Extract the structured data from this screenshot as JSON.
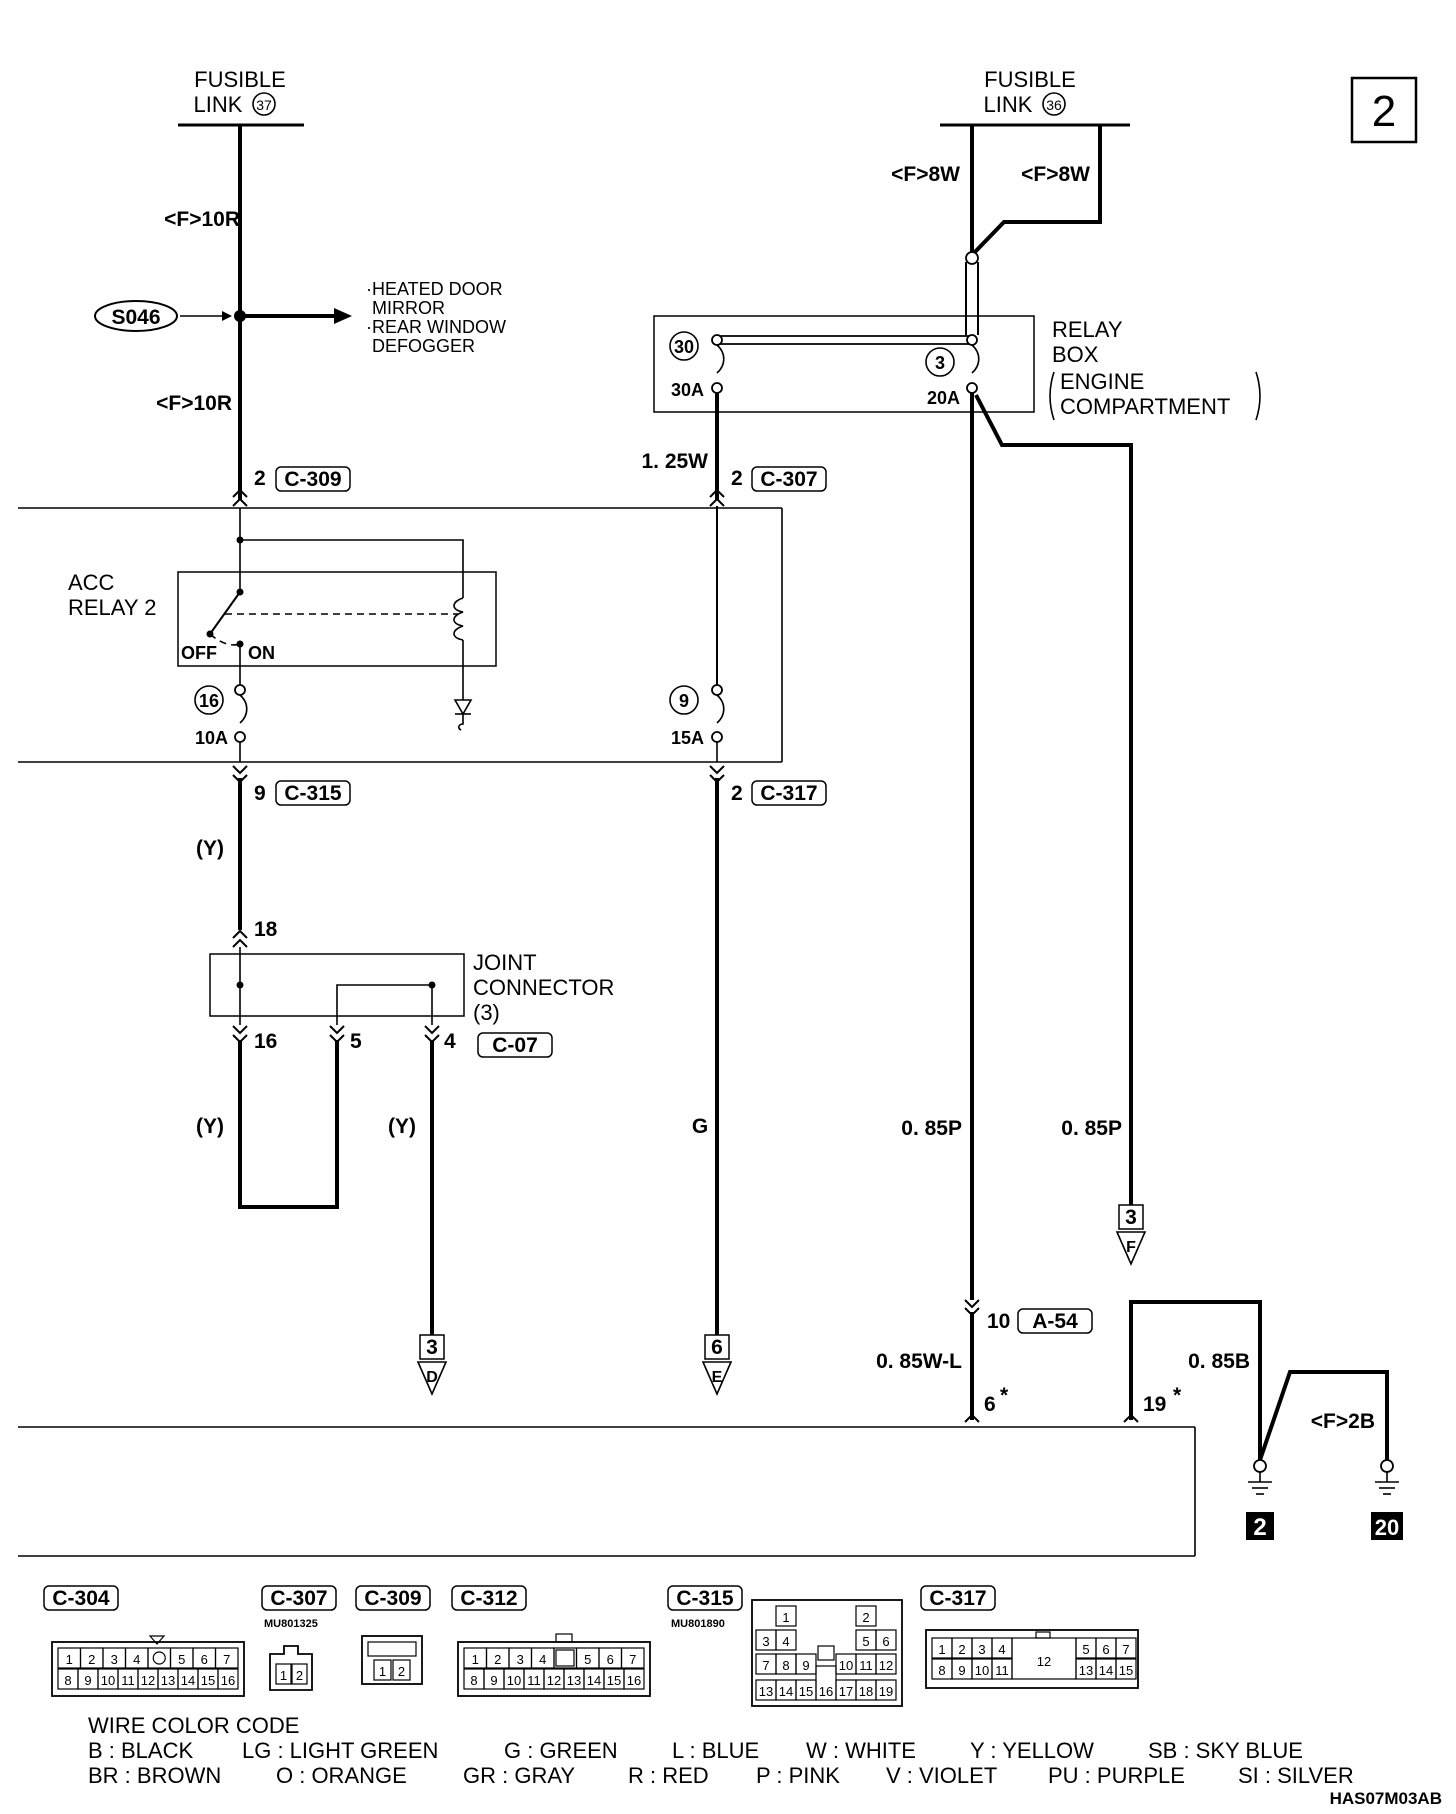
{
  "page_number": "2",
  "fusible_links": [
    {
      "label": "FUSIBLE",
      "label2": "LINK",
      "number": "37",
      "wire": "<F>10R"
    },
    {
      "label": "FUSIBLE",
      "label2": "LINK",
      "number": "36",
      "wire_left": "<F>8W",
      "wire_right": "<F>8W"
    }
  ],
  "splice": {
    "id": "S046",
    "dest_lines": [
      "·HEATED DOOR",
      "MIRROR",
      "·REAR WINDOW",
      "DEFOGGER"
    ]
  },
  "relay_box": {
    "title_lines": [
      "RELAY",
      "BOX",
      "ENGINE",
      "COMPARTMENT"
    ],
    "fuse_a": {
      "number": "30",
      "rating": "30A"
    },
    "fuse_b": {
      "number": "3",
      "rating": "20A"
    }
  },
  "wire_labels": {
    "col1_upper": "<F>10R",
    "col2_size": "1. 25W",
    "col1_y": "(Y)",
    "col1_y2": "(Y)",
    "col3_y": "(Y)",
    "col_g": "G",
    "col_p1": "0. 85P",
    "col_p2": "0. 85P",
    "col_wl": "0. 85W-L",
    "col_b": "0. 85B",
    "col_2b": "<F>2B"
  },
  "connectors": {
    "c309": {
      "pin": "2",
      "id": "C-309"
    },
    "c307": {
      "pin": "2",
      "id": "C-307"
    },
    "c315": {
      "pin": "9",
      "id": "C-315"
    },
    "c317": {
      "pin": "2",
      "id": "C-317"
    },
    "a54": {
      "pin": "10",
      "id": "A-54"
    },
    "c07": {
      "id": "C-07"
    }
  },
  "acc_relay": {
    "label": "ACC",
    "label2": "RELAY 2",
    "off": "OFF",
    "on": "ON"
  },
  "fuses_lower": [
    {
      "number": "16",
      "rating": "10A"
    },
    {
      "number": "9",
      "rating": "15A"
    }
  ],
  "joint_connector": {
    "lines": [
      "JOINT",
      "CONNECTOR",
      "(3)"
    ],
    "pin_in": "18",
    "pins_out": [
      "16",
      "5",
      "4"
    ]
  },
  "ecu_pins": {
    "p6": "6",
    "p19": "19",
    "star": "*"
  },
  "offpage": [
    {
      "num": "3",
      "letter": "D"
    },
    {
      "num": "6",
      "letter": "E"
    },
    {
      "num": "3",
      "letter": "F"
    }
  ],
  "grounds": [
    "2",
    "20"
  ],
  "connector_views": [
    {
      "id": "C-304",
      "part": "",
      "row1": [
        "1",
        "2",
        "3",
        "4",
        "",
        "5",
        "6",
        "7"
      ],
      "row2": [
        "8",
        "9",
        "10",
        "11",
        "12",
        "13",
        "14",
        "15",
        "16"
      ]
    },
    {
      "id": "C-307",
      "part": "MU801325",
      "row1": [
        "1",
        "2"
      ]
    },
    {
      "id": "C-309",
      "part": "",
      "row1": [
        "1",
        "2"
      ]
    },
    {
      "id": "C-312",
      "part": "",
      "row1": [
        "1",
        "2",
        "3",
        "4",
        "",
        "5",
        "6",
        "7"
      ],
      "row2": [
        "8",
        "9",
        "10",
        "11",
        "12",
        "13",
        "14",
        "15",
        "16"
      ]
    },
    {
      "id": "C-315",
      "part": "MU801890",
      "cells": [
        "1",
        "2",
        "3",
        "4",
        "5",
        "6",
        "7",
        "8",
        "9",
        "10",
        "11",
        "12",
        "13",
        "14",
        "15",
        "16",
        "17",
        "18",
        "19"
      ]
    },
    {
      "id": "C-317",
      "part": "",
      "row1": [
        "1",
        "2",
        "3",
        "4",
        "12",
        "5",
        "6",
        "7"
      ],
      "row2": [
        "8",
        "9",
        "10",
        "11",
        "13",
        "14",
        "15"
      ]
    }
  ],
  "legend": {
    "title": "WIRE COLOR CODE",
    "row1": [
      "B : BLACK",
      "LG : LIGHT GREEN",
      "G : GREEN",
      "L : BLUE",
      "W : WHITE",
      "Y : YELLOW",
      "SB : SKY BLUE"
    ],
    "row2": [
      "BR : BROWN",
      "O : ORANGE",
      "GR : GRAY",
      "R : RED",
      "P : PINK",
      "V : VIOLET",
      "PU : PURPLE",
      "SI : SILVER"
    ]
  },
  "doc_code": "HAS07M03AB"
}
